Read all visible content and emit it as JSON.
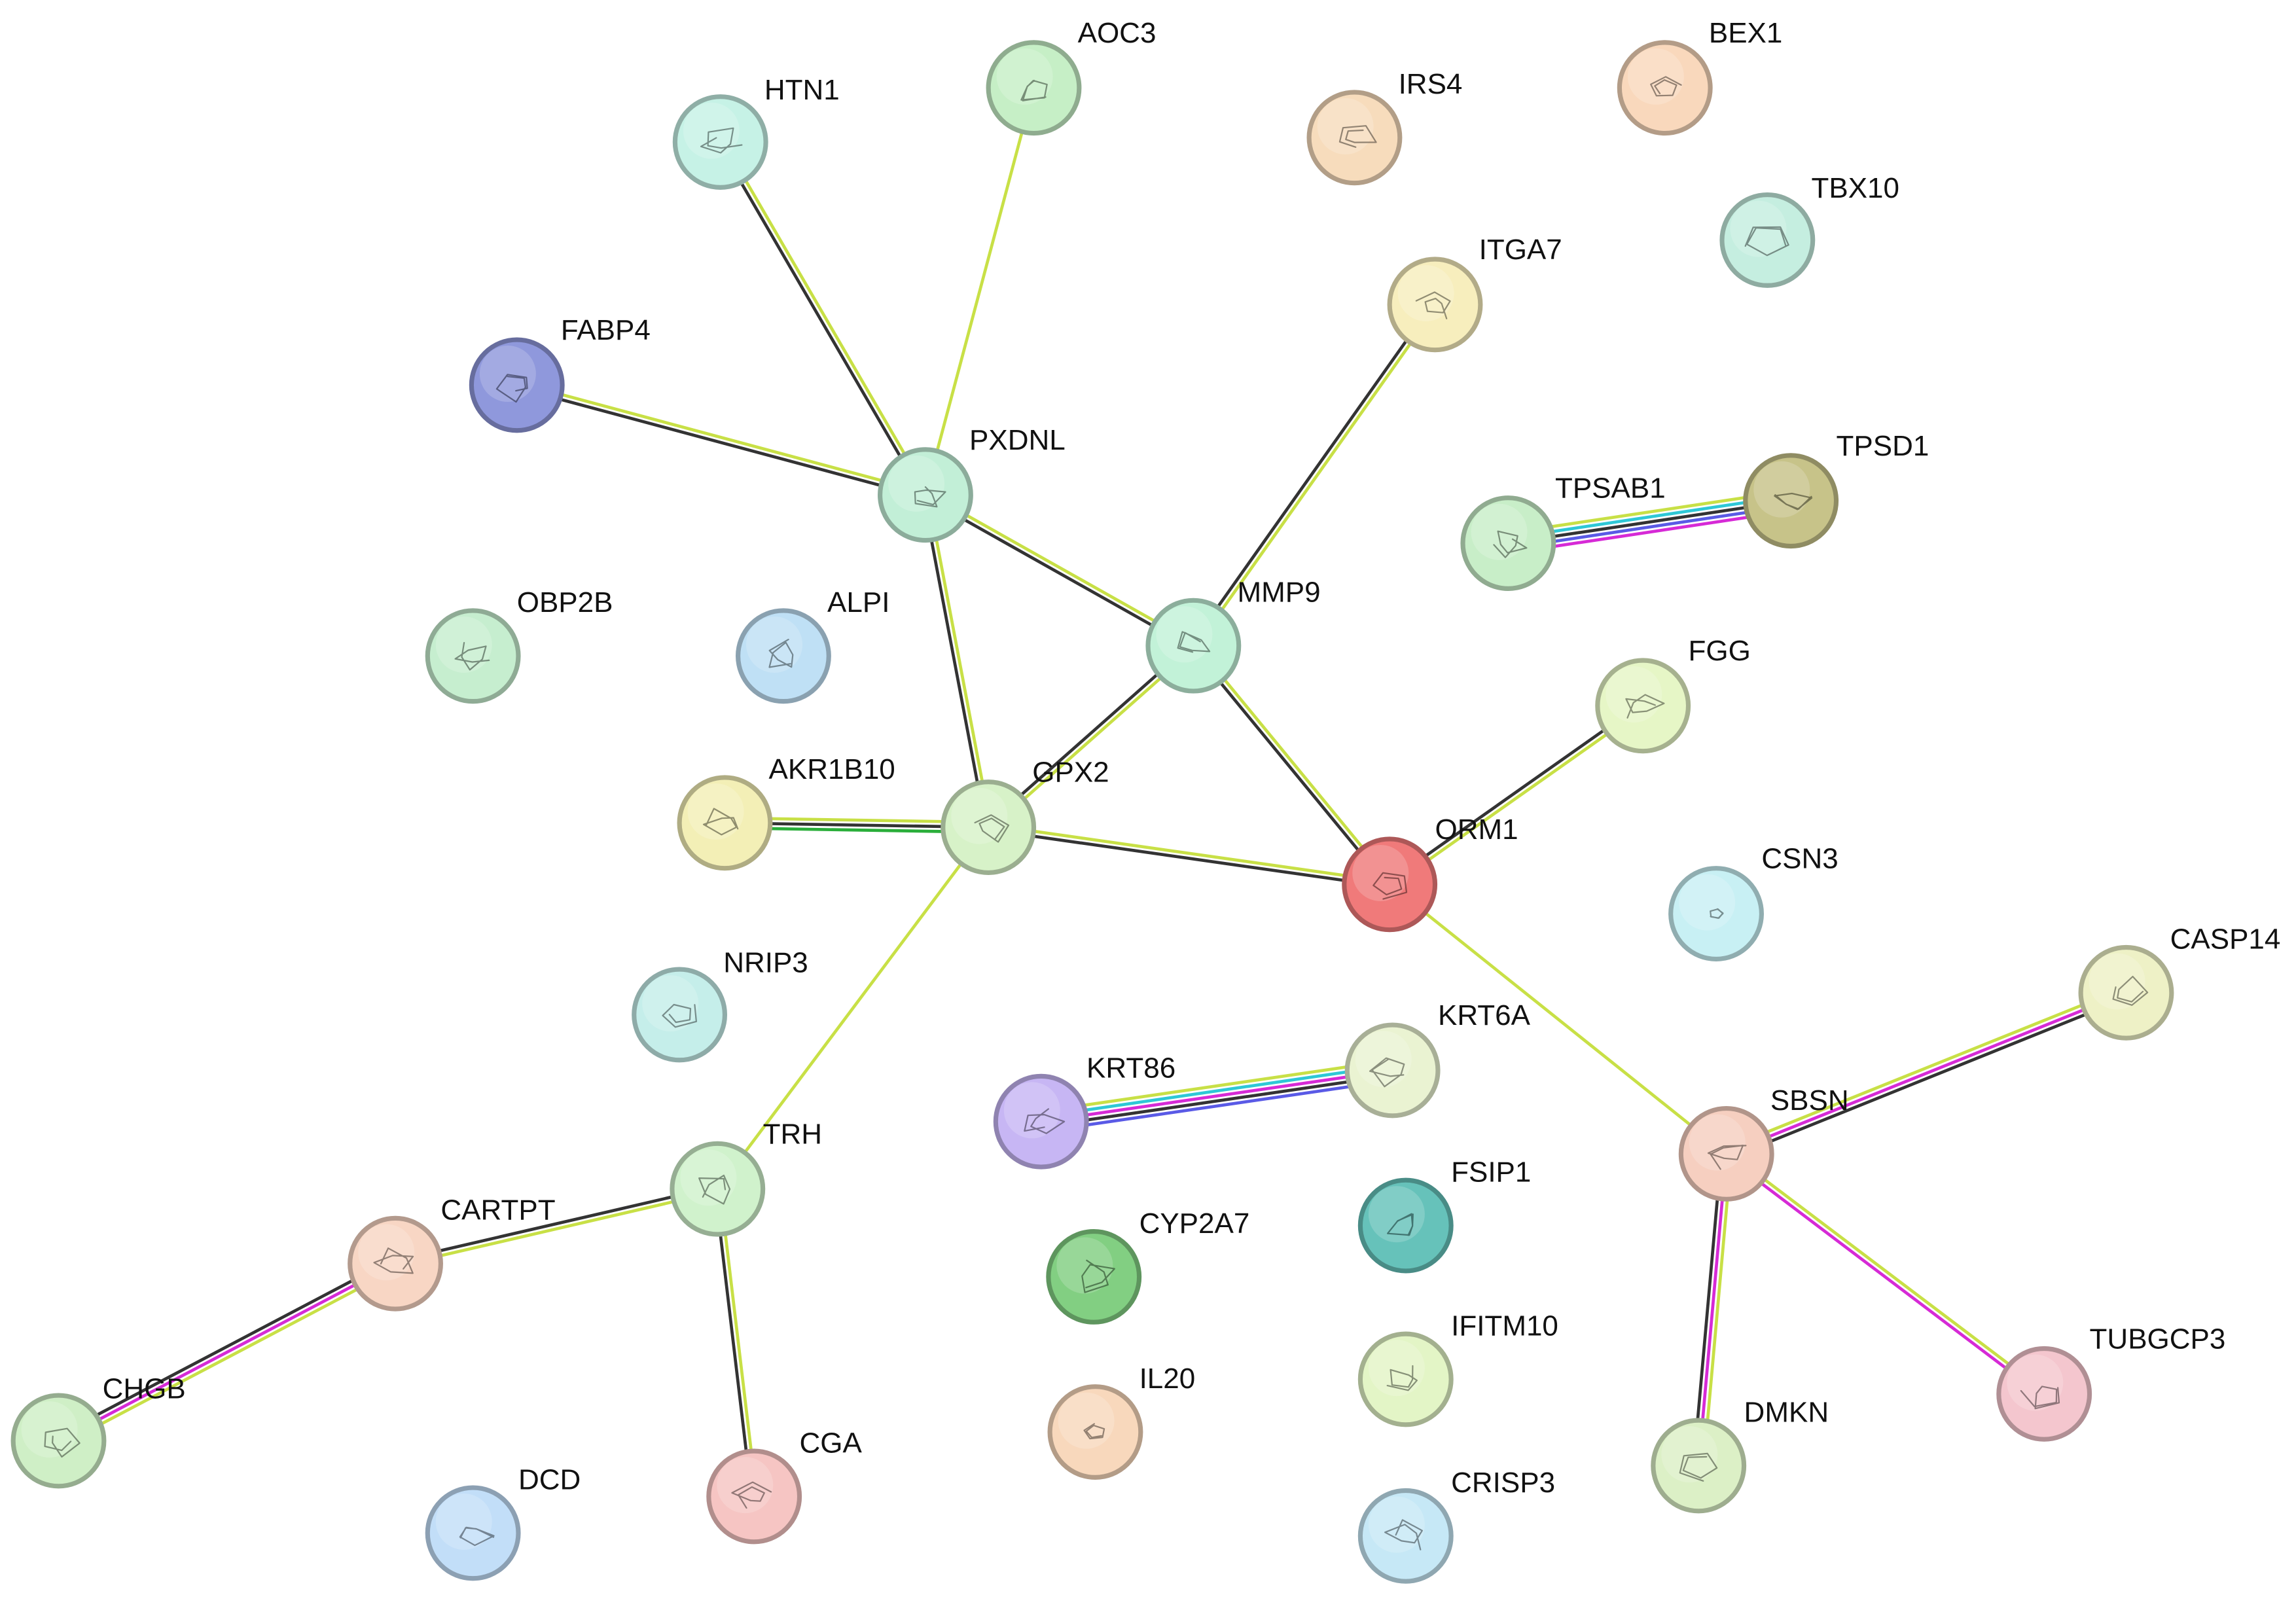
{
  "network": {
    "nodes": [
      {
        "id": "HTN1",
        "label": "HTN1",
        "color": "#c6f2e6"
      },
      {
        "id": "AOC3",
        "label": "AOC3",
        "color": "#c6efc6"
      },
      {
        "id": "IRS4",
        "label": "IRS4",
        "color": "#f7dcbc"
      },
      {
        "id": "BEX1",
        "label": "BEX1",
        "color": "#f9d8bc"
      },
      {
        "id": "TBX10",
        "label": "TBX10",
        "color": "#c5eee0"
      },
      {
        "id": "ITGA7",
        "label": "ITGA7",
        "color": "#f7eebd"
      },
      {
        "id": "FABP4",
        "label": "FABP4",
        "color": "#8f98dc"
      },
      {
        "id": "PXDNL",
        "label": "PXDNL",
        "color": "#c2efd7"
      },
      {
        "id": "TPSAB1",
        "label": "TPSAB1",
        "color": "#c8eec8"
      },
      {
        "id": "TPSD1",
        "label": "TPSD1",
        "color": "#c7c389"
      },
      {
        "id": "OBP2B",
        "label": "OBP2B",
        "color": "#c6eecf"
      },
      {
        "id": "ALPI",
        "label": "ALPI",
        "color": "#bfe0f5"
      },
      {
        "id": "MMP9",
        "label": "MMP9",
        "color": "#c2f2d8"
      },
      {
        "id": "FGG",
        "label": "FGG",
        "color": "#e6f6c6"
      },
      {
        "id": "AKR1B10",
        "label": "AKR1B10",
        "color": "#f3efb6"
      },
      {
        "id": "GPX2",
        "label": "GPX2",
        "color": "#d7f2c8"
      },
      {
        "id": "ORM1",
        "label": "ORM1",
        "color": "#f07a7a"
      },
      {
        "id": "CSN3",
        "label": "CSN3",
        "color": "#c8f0f4"
      },
      {
        "id": "NRIP3",
        "label": "NRIP3",
        "color": "#c5eeea"
      },
      {
        "id": "CASP14",
        "label": "CASP14",
        "color": "#eef1c6"
      },
      {
        "id": "KRT6A",
        "label": "KRT6A",
        "color": "#eaf3d2"
      },
      {
        "id": "KRT86",
        "label": "KRT86",
        "color": "#c7b6f4"
      },
      {
        "id": "SBSN",
        "label": "SBSN",
        "color": "#f6cfc0"
      },
      {
        "id": "TRH",
        "label": "TRH",
        "color": "#d0f2cc"
      },
      {
        "id": "CARTPT",
        "label": "CARTPT",
        "color": "#f8d6c4"
      },
      {
        "id": "FSIP1",
        "label": "FSIP1",
        "color": "#66c2ba"
      },
      {
        "id": "CYP2A7",
        "label": "CYP2A7",
        "color": "#82cf82"
      },
      {
        "id": "IFITM10",
        "label": "IFITM10",
        "color": "#e3f5c6"
      },
      {
        "id": "TUBGCP3",
        "label": "TUBGCP3",
        "color": "#f4c6ce"
      },
      {
        "id": "CHGB",
        "label": "CHGB",
        "color": "#cfefc6"
      },
      {
        "id": "IL20",
        "label": "IL20",
        "color": "#f8d8bc"
      },
      {
        "id": "DMKN",
        "label": "DMKN",
        "color": "#dcf0c6"
      },
      {
        "id": "CGA",
        "label": "CGA",
        "color": "#f6c5c3"
      },
      {
        "id": "DCD",
        "label": "DCD",
        "color": "#c2def8"
      },
      {
        "id": "CRISP3",
        "label": "CRISP3",
        "color": "#c6e8f6"
      }
    ],
    "edges": [
      {
        "source": "HTN1",
        "target": "PXDNL",
        "evidence": [
          "textmining",
          "coexpression"
        ]
      },
      {
        "source": "AOC3",
        "target": "PXDNL",
        "evidence": [
          "textmining"
        ]
      },
      {
        "source": "FABP4",
        "target": "PXDNL",
        "evidence": [
          "textmining",
          "coexpression"
        ]
      },
      {
        "source": "PXDNL",
        "target": "MMP9",
        "evidence": [
          "textmining",
          "coexpression"
        ]
      },
      {
        "source": "PXDNL",
        "target": "GPX2",
        "evidence": [
          "textmining",
          "coexpression"
        ]
      },
      {
        "source": "ITGA7",
        "target": "MMP9",
        "evidence": [
          "textmining",
          "coexpression"
        ]
      },
      {
        "source": "MMP9",
        "target": "GPX2",
        "evidence": [
          "textmining",
          "coexpression"
        ]
      },
      {
        "source": "MMP9",
        "target": "ORM1",
        "evidence": [
          "textmining",
          "coexpression"
        ]
      },
      {
        "source": "FGG",
        "target": "ORM1",
        "evidence": [
          "textmining",
          "coexpression"
        ]
      },
      {
        "source": "AKR1B10",
        "target": "GPX2",
        "evidence": [
          "textmining",
          "coexpression",
          "neighborhood"
        ]
      },
      {
        "source": "GPX2",
        "target": "ORM1",
        "evidence": [
          "textmining",
          "coexpression"
        ]
      },
      {
        "source": "GPX2",
        "target": "TRH",
        "evidence": [
          "textmining"
        ]
      },
      {
        "source": "ORM1",
        "target": "SBSN",
        "evidence": [
          "textmining"
        ]
      },
      {
        "source": "TPSAB1",
        "target": "TPSD1",
        "evidence": [
          "textmining",
          "databases",
          "coexpression",
          "homology",
          "experiments"
        ]
      },
      {
        "source": "KRT86",
        "target": "KRT6A",
        "evidence": [
          "textmining",
          "databases",
          "experiments",
          "coexpression",
          "homology"
        ]
      },
      {
        "source": "SBSN",
        "target": "CASP14",
        "evidence": [
          "textmining",
          "experiments",
          "coexpression"
        ]
      },
      {
        "source": "SBSN",
        "target": "DMKN",
        "evidence": [
          "textmining",
          "experiments",
          "coexpression"
        ]
      },
      {
        "source": "SBSN",
        "target": "TUBGCP3",
        "evidence": [
          "textmining",
          "experiments"
        ]
      },
      {
        "source": "TRH",
        "target": "CARTPT",
        "evidence": [
          "textmining",
          "coexpression"
        ]
      },
      {
        "source": "TRH",
        "target": "CGA",
        "evidence": [
          "textmining",
          "coexpression"
        ]
      },
      {
        "source": "CARTPT",
        "target": "CHGB",
        "evidence": [
          "textmining",
          "experiments",
          "coexpression"
        ]
      }
    ],
    "evidence_colors": {
      "textmining": "#c8e046",
      "coexpression": "#333333",
      "experiments": "#d62ad6",
      "databases": "#2ec8d6",
      "homology": "#5a5ae6",
      "neighborhood": "#2aae3a"
    }
  }
}
